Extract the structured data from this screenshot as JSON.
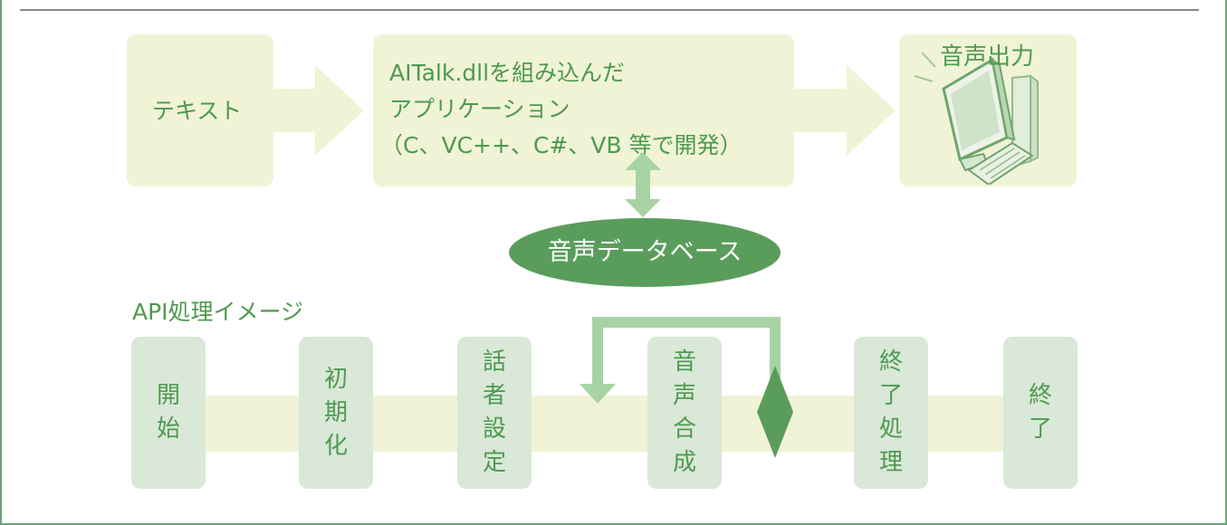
{
  "colors": {
    "box_fill": "#f1f3d6",
    "text_green": "#4d9a4e",
    "pill_fill": "#d9e8d7",
    "dark_green": "#5a9d5b",
    "light_green_arrow": "#a8d3a5",
    "frame_border": "#6aa57a"
  },
  "top_flow": {
    "text_box": {
      "label": "テキスト"
    },
    "app_box": {
      "line1": "AITalk.dllを組み込んだ",
      "line2": "アプリケーション",
      "line3": "（C、VC++、C#、VB 等で開発）"
    },
    "output_box": {
      "label": "音声出力",
      "icon": "computer-icon"
    },
    "database": {
      "label": "音声データベース"
    }
  },
  "api": {
    "title": "API処理イメージ",
    "steps": [
      {
        "label": "開始",
        "chars": [
          "開",
          "始"
        ]
      },
      {
        "label": "初期化",
        "chars": [
          "初",
          "期",
          "化"
        ]
      },
      {
        "label": "話者設定",
        "chars": [
          "話",
          "者",
          "設",
          "定"
        ]
      },
      {
        "label": "音声合成",
        "chars": [
          "音",
          "声",
          "合",
          "成"
        ]
      },
      {
        "label": "終了処理",
        "chars": [
          "終",
          "了",
          "処",
          "理"
        ]
      },
      {
        "label": "終了",
        "chars": [
          "終",
          "了"
        ]
      }
    ],
    "decision_icon": "diamond-icon",
    "loop_icon": "loop-arrow-icon"
  }
}
